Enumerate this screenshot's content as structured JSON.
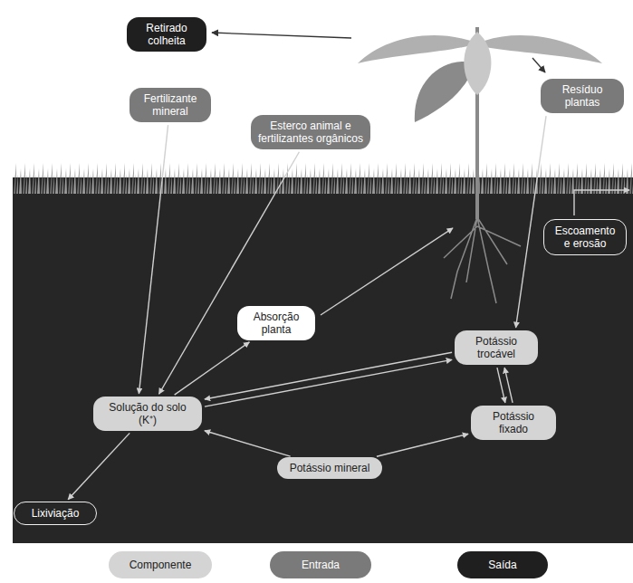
{
  "diagram": {
    "nodes": [
      {
        "text": [
          "Retirado colheita"
        ]
      },
      {
        "text": [
          "Fertilizante mineral"
        ]
      },
      {
        "text": [
          "Esterco animal e fertilizantes orgânicos"
        ]
      },
      {
        "text": [
          "Resíduo plantas"
        ]
      },
      {
        "text": [
          "Escoamento e erosão"
        ]
      },
      {
        "text": [
          "Absorção planta"
        ]
      },
      {
        "text": [
          "Potássio trocável"
        ]
      },
      {
        "text": [
          "Solução do solo (K⁺)"
        ]
      },
      {
        "text": [
          "Potássio fixado"
        ]
      },
      {
        "text": [
          "Potássio mineral"
        ]
      },
      {
        "text": [
          "Lixiviação"
        ]
      }
    ],
    "edges": [
      {
        "from": 1,
        "to": 7,
        "arrow": "to"
      },
      {
        "from": 2,
        "to": 7,
        "arrow": "to"
      },
      {
        "from": 7,
        "to": 5,
        "arrow": "to"
      },
      {
        "from": 3,
        "to": 6,
        "arrow": "to"
      },
      {
        "from": 7,
        "to": 6,
        "arrow": "to"
      },
      {
        "from": 6,
        "to": 7,
        "arrow": "to"
      },
      {
        "from": 6,
        "to": 8,
        "arrow": "to"
      },
      {
        "from": 8,
        "to": 6,
        "arrow": "to"
      },
      {
        "from": 9,
        "to": 7,
        "arrow": "to"
      },
      {
        "from": 9,
        "to": 8,
        "arrow": "to"
      },
      {
        "from": 7,
        "to": 10,
        "arrow": "to"
      }
    ],
    "legend": [
      {
        "text": "Componente",
        "color": "#d4d4d4"
      },
      {
        "text": "Entrada",
        "color": "#7a7a7a"
      },
      {
        "text": "Saída",
        "color": "#1f1f1f"
      }
    ]
  }
}
